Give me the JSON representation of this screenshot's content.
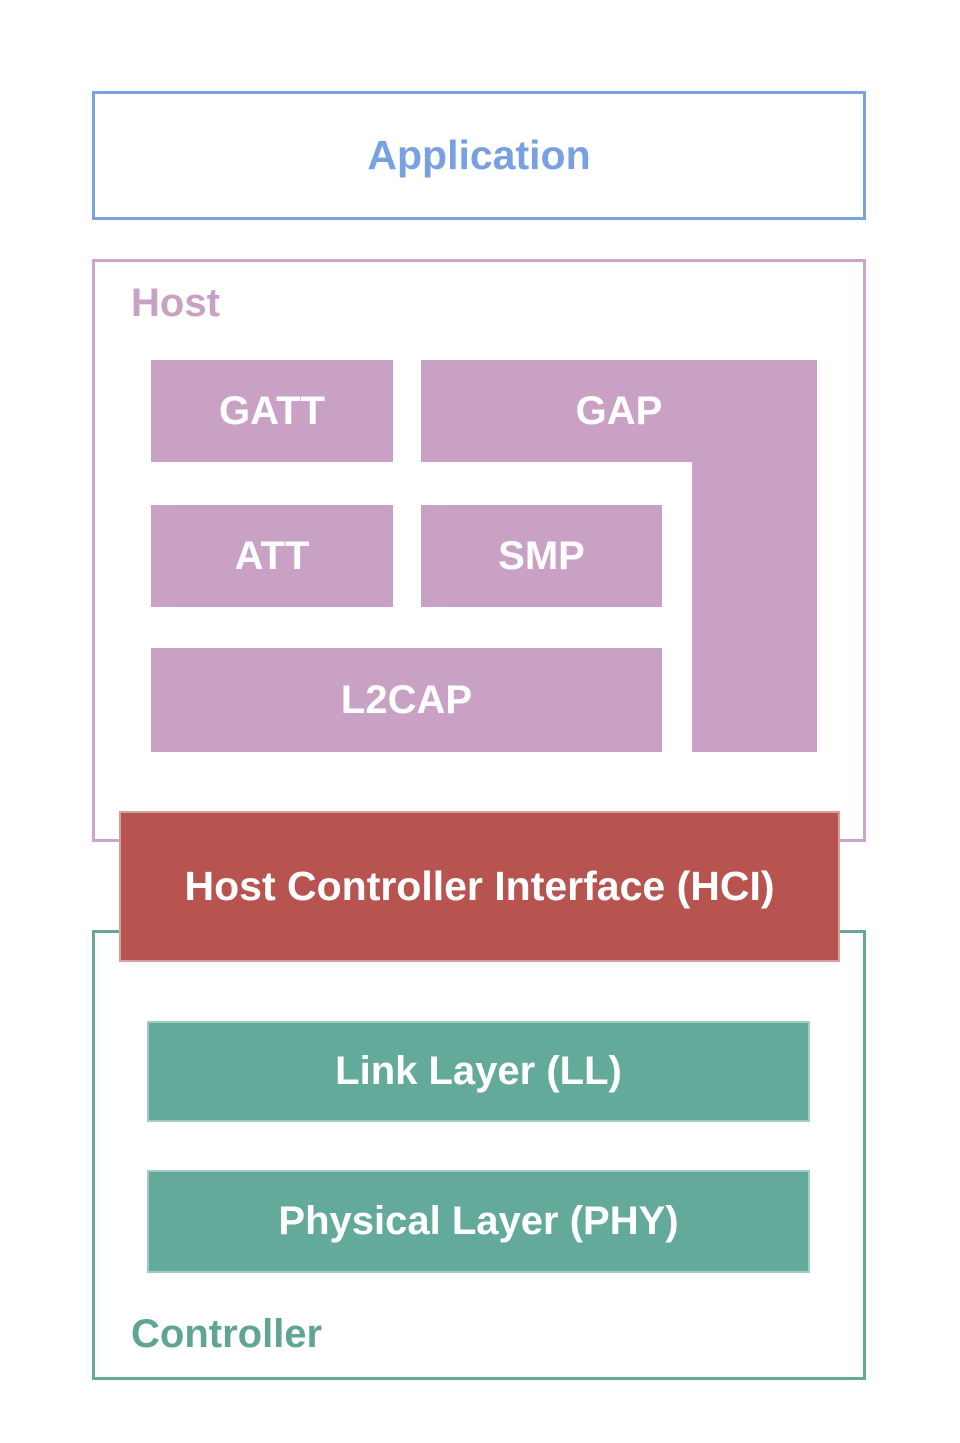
{
  "colors": {
    "application_border": "#7CA2DE",
    "application_text": "#79A1E1",
    "host_border": "#CDA5C8",
    "host_accent": "#C9A1C5",
    "hci_fill": "#B85450",
    "controller_border": "#66A99A",
    "controller_fill": "#64AA9B",
    "controller_text": "#60A494",
    "block_text": "#FFFFFF"
  },
  "application": {
    "label": "Application"
  },
  "host": {
    "label": "Host",
    "blocks": {
      "gatt": "GATT",
      "gap": "GAP",
      "att": "ATT",
      "smp": "SMP",
      "l2cap": "L2CAP"
    }
  },
  "hci": {
    "label": "Host Controller Interface (HCI)"
  },
  "controller": {
    "label": "Controller",
    "blocks": {
      "link_layer": "Link Layer (LL)",
      "physical_layer": "Physical Layer (PHY)"
    }
  }
}
